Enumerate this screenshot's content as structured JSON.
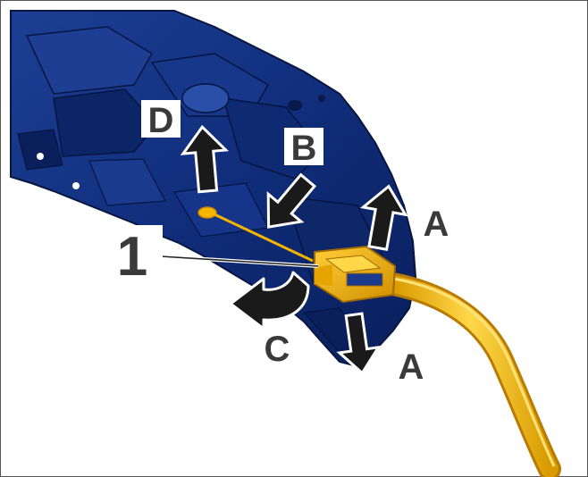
{
  "figure": {
    "labels": {
      "one": "1",
      "a_upper": "A",
      "a_lower": "A",
      "b": "B",
      "c": "C",
      "d": "D"
    },
    "colors": {
      "housing": "#0f2c78",
      "housing_dark": "#08194a",
      "housing_light": "#2a4fa8",
      "connector": "#f5b400",
      "connector_dark": "#c98800",
      "cable": "#f7c21a",
      "arrow_fill": "#1a1a1a",
      "arrow_outline": "#ffffff",
      "label_text": "#3a3a3a",
      "border": "#555555"
    }
  }
}
